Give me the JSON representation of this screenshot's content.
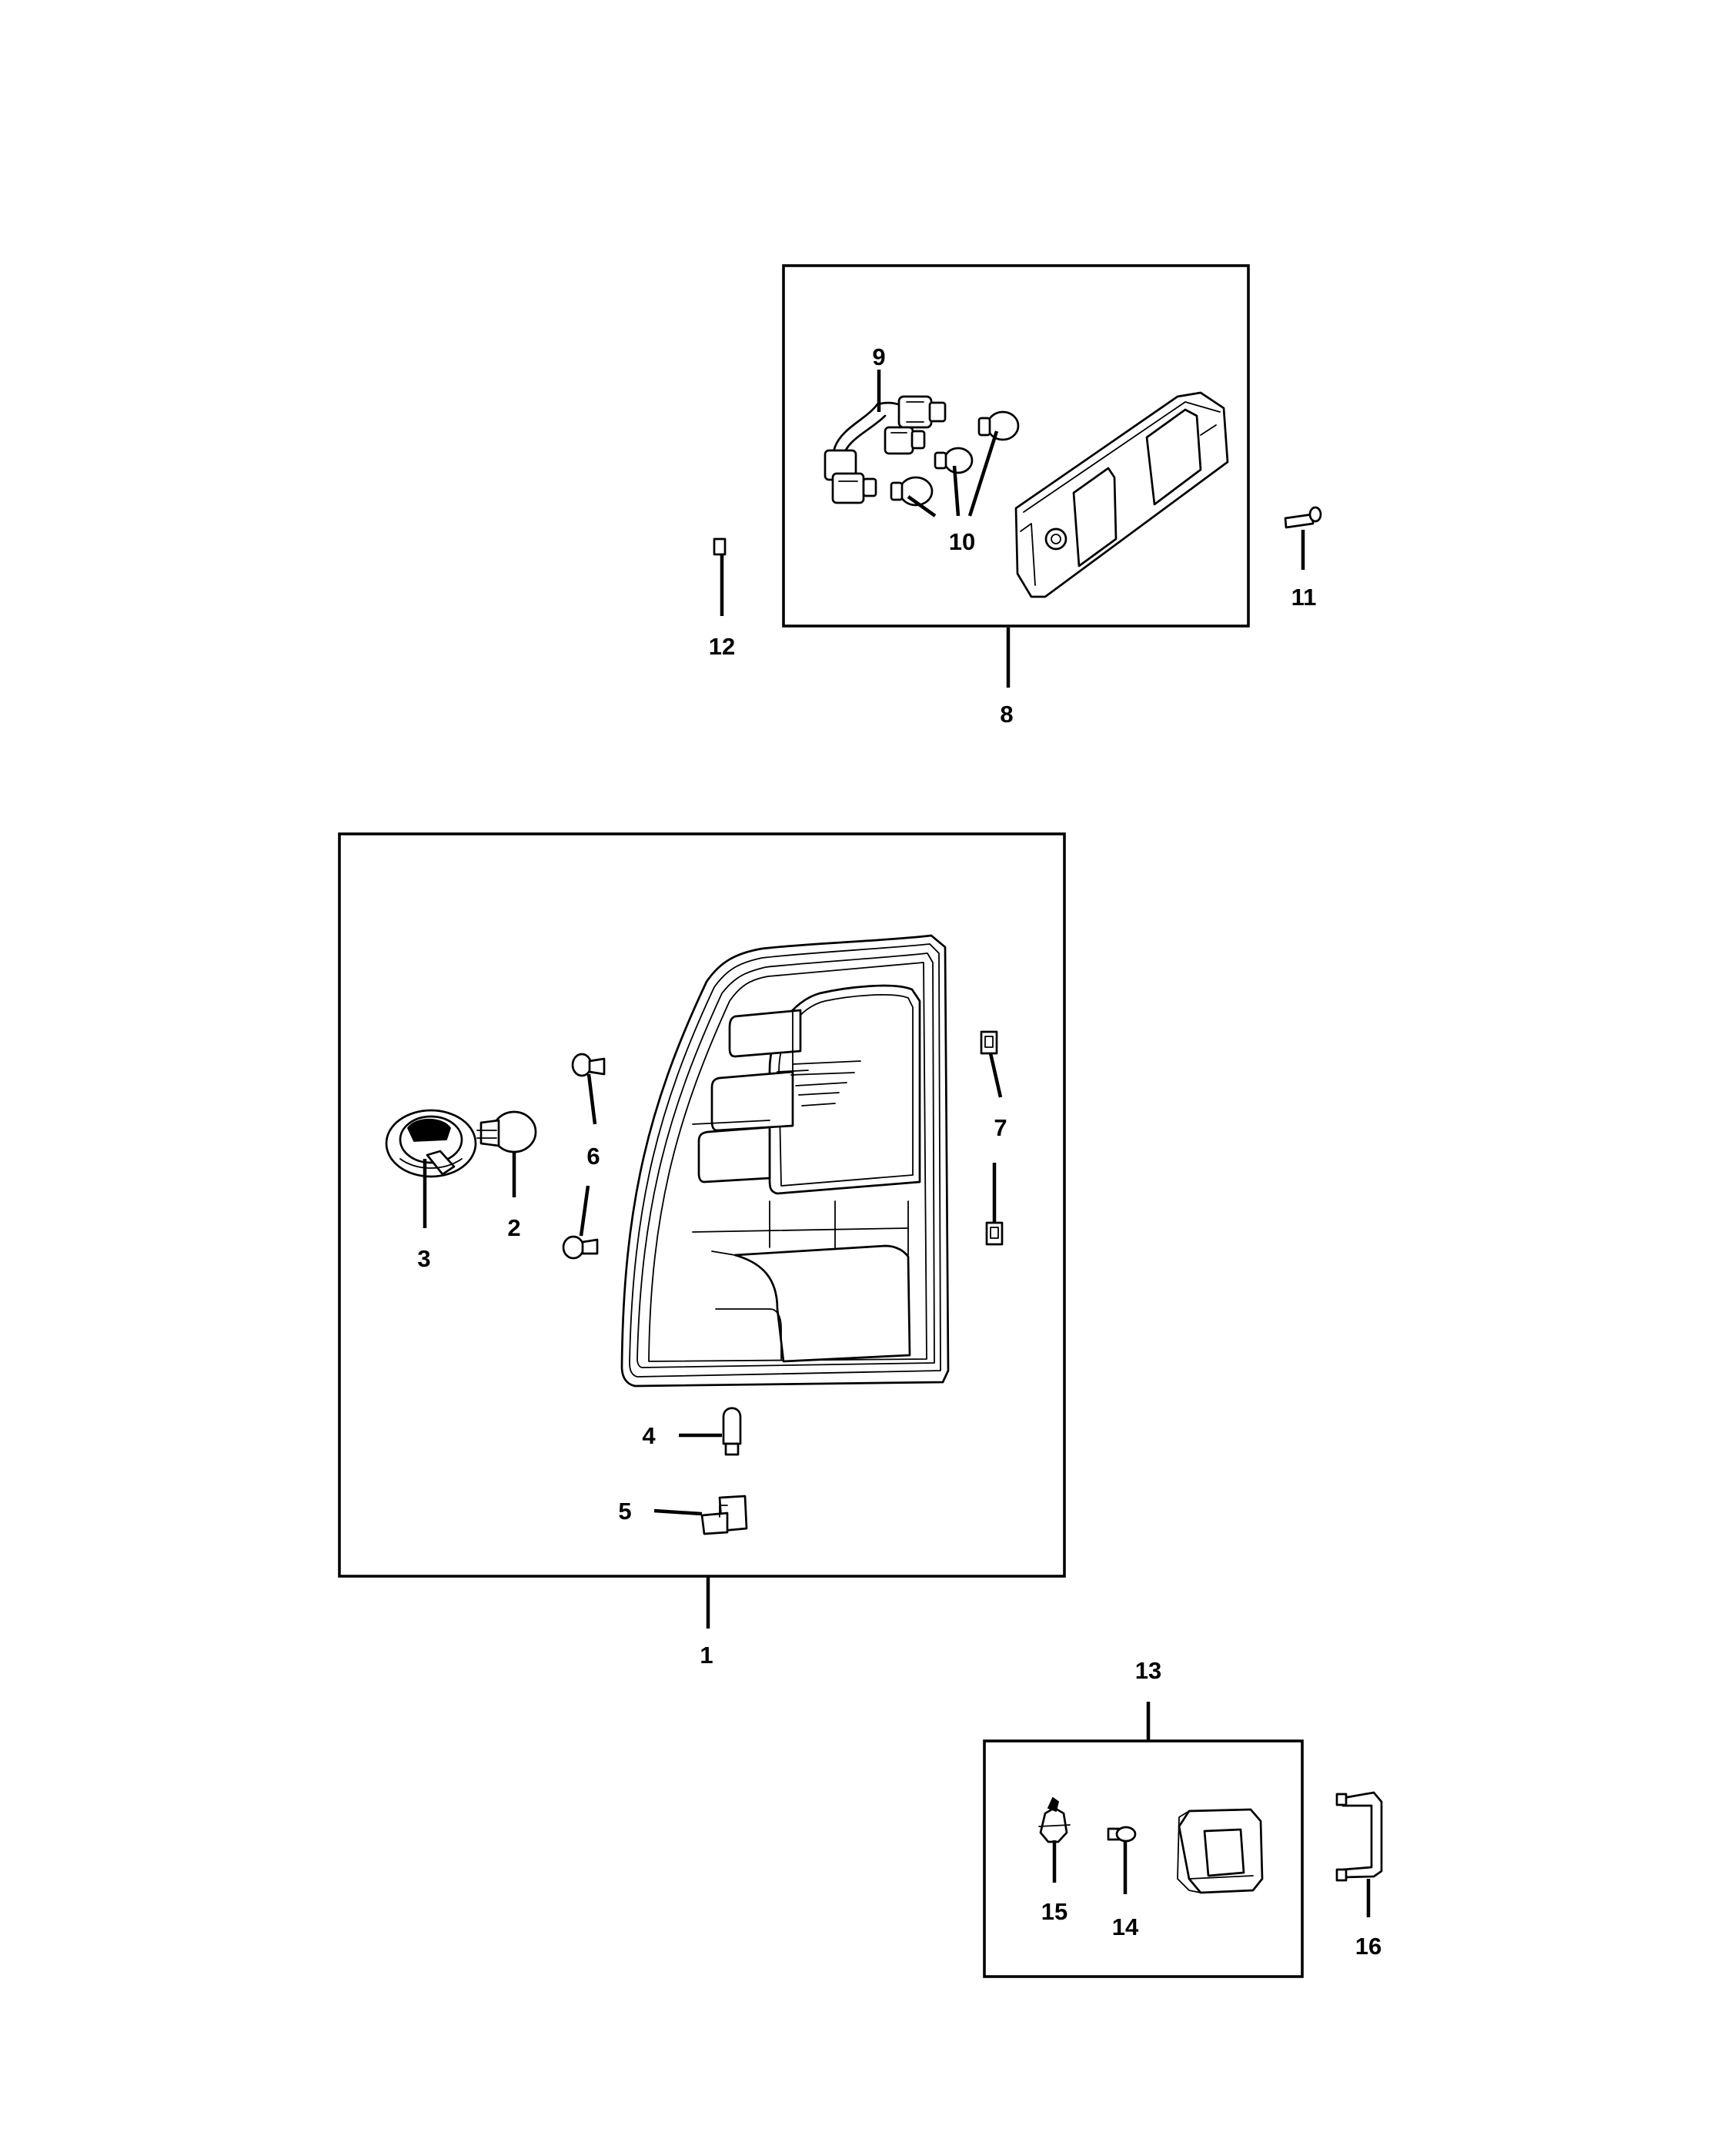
{
  "callouts": {
    "c1": "1",
    "c2": "2",
    "c3": "3",
    "c4": "4",
    "c5": "5",
    "c6": "6",
    "c7": "7",
    "c8": "8",
    "c9": "9",
    "c10": "10",
    "c11": "11",
    "c12": "12",
    "c13": "13",
    "c14": "14",
    "c15": "15",
    "c16": "16"
  },
  "colors": {
    "ink": "#000000",
    "paper": "#ffffff"
  },
  "icons": {
    "tail-lamp": "tail-lamp-assembly-icon",
    "cargo-lamp": "cargo-lamp-assembly-icon",
    "license-lamp": "license-lamp-assembly-icon"
  }
}
